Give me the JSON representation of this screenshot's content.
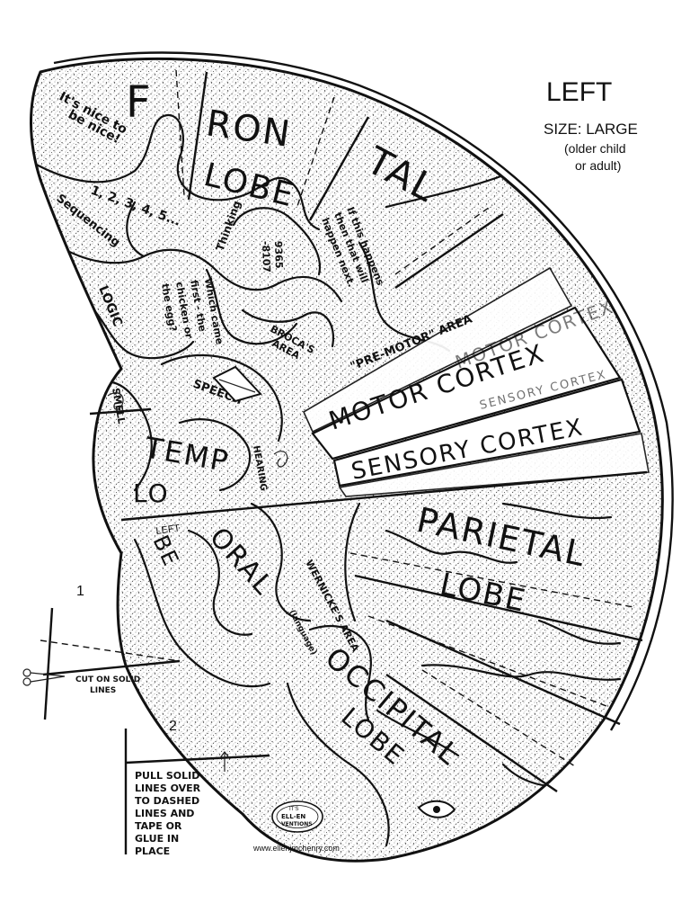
{
  "heading": {
    "side": "LEFT",
    "size": "SIZE: LARGE",
    "audience_line1": "(older child",
    "audience_line2": "or adult)"
  },
  "lobes": {
    "frontal_1": "F",
    "frontal_2": "RON",
    "frontal_3": "TAL",
    "frontal_4": "LOBE",
    "temporal_1": "TEMP",
    "temporal_2": "ORAL",
    "temporal_3": "LO",
    "temporal_4": "BE",
    "parietal_1": "PARIETAL",
    "parietal_2": "LOBE",
    "occipital_1": "OCCIPITAL",
    "occipital_2": "LOBE"
  },
  "strips": {
    "premotor": "\"PRE-MOTOR\" AREA",
    "motor": "MOTOR CORTEX",
    "motor_tab": "MOTOR CORTEX",
    "sensory": "SENSORY CORTEX",
    "sensory_tab": "SENSORY CORTEX"
  },
  "areas": {
    "nice_1": "It's nice to",
    "nice_2": "be nice!",
    "counting": "1, 2, 3, 4, 5...",
    "sequencing": "Sequencing",
    "logic": "LOGIC",
    "chicken_1": "Which came",
    "chicken_2": "first - the",
    "chicken_3": "chicken or",
    "chicken_4": "the egg?",
    "thinking": "Thinking",
    "plan_1": "If this happens",
    "plan_2": "then that will",
    "plan_3": "happen next.",
    "numbers_1": "9365",
    "numbers_2": "-8107",
    "broca_1": "BROCA'S",
    "broca_2": "AREA",
    "speech": "SPEECH",
    "smell": "SMELL",
    "hearing": "HEARING",
    "left_tag": "LEFT",
    "wernicke_1": "WERNICKE'S AREA",
    "wernicke_2": "(language)"
  },
  "instructions": {
    "step1": "1",
    "step1_text_1": "CUT ON SOLID",
    "step1_text_2": "LINES",
    "step2": "2",
    "step2_text_1": "PULL SOLID",
    "step2_text_2": "LINES OVER",
    "step2_text_3": "TO DASHED",
    "step2_text_4": "LINES AND",
    "step2_text_5": "TAPE OR",
    "step2_text_6": "GLUE IN",
    "step2_text_7": "PLACE"
  },
  "credit": {
    "seal_1": "IT'S",
    "seal_2": "ELL-EN",
    "seal_3": "VENTIONS",
    "url": "www.ellenjmchenry.com"
  }
}
